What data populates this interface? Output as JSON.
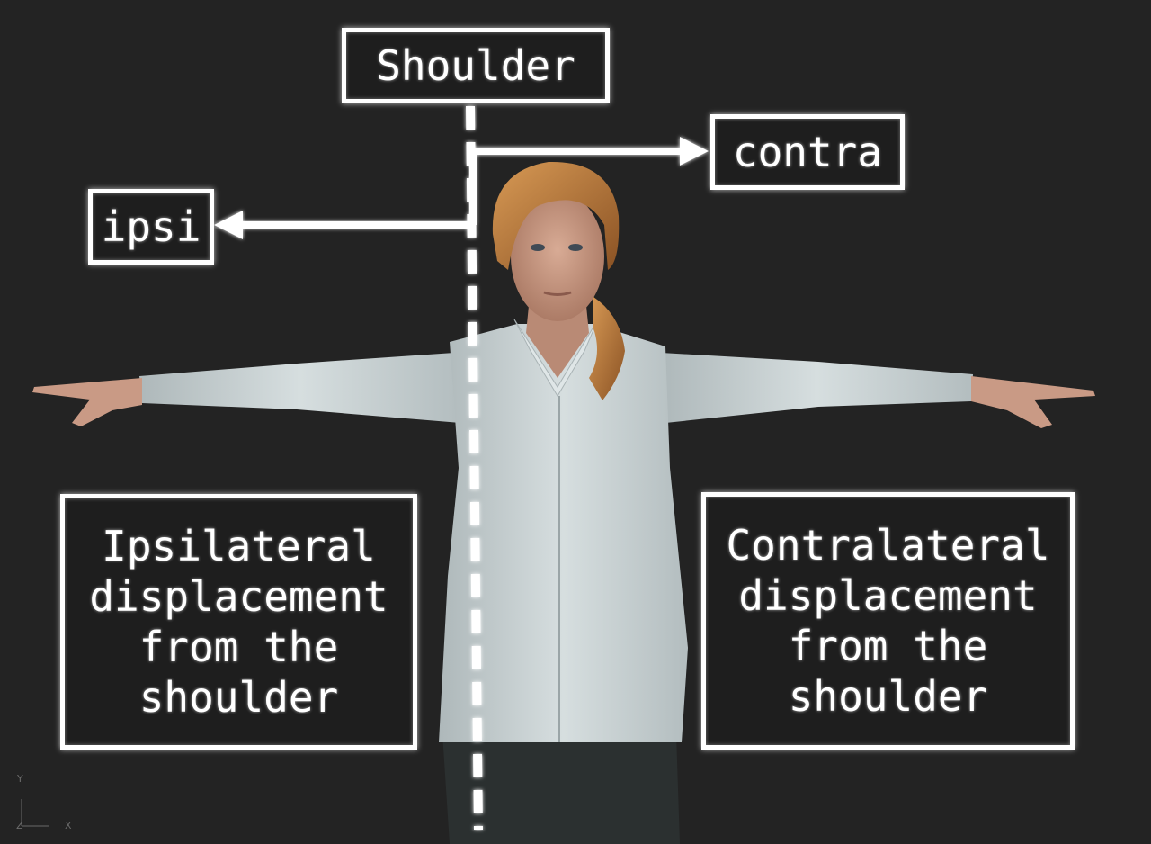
{
  "labels": {
    "shoulder": "Shoulder",
    "contra": "contra",
    "ipsi": "ipsi",
    "ipsilateral_desc": "Ipsilateral\ndisplacement\nfrom the\nshoulder",
    "contralateral_desc": "Contralateral\ndisplacement\nfrom the\nshoulder"
  },
  "axis_gizmo": {
    "y": "Y",
    "z": "Z",
    "x": "X"
  },
  "colors": {
    "background": "#232323",
    "annotation": "#ffffff",
    "shirt": "#c9d2d3",
    "hair": "#b87533",
    "skin": "#c99a85",
    "pants": "#2b3030"
  }
}
